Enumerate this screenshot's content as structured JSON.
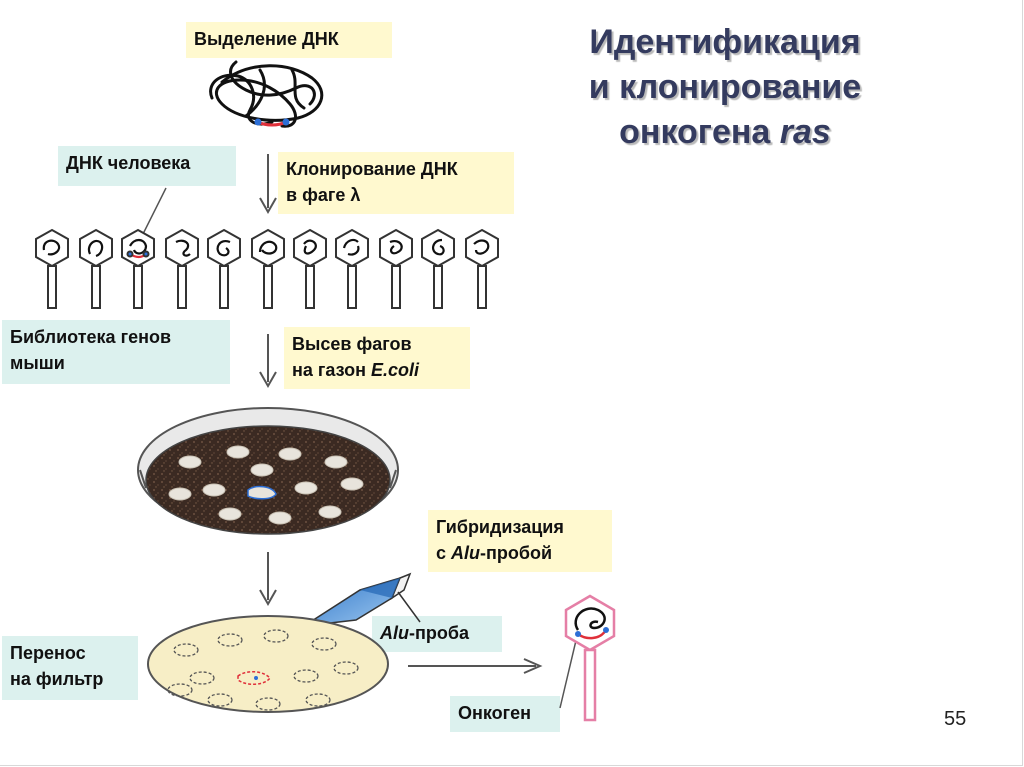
{
  "title": {
    "line1": "Идентификация",
    "line2": "и клонирование",
    "line3_prefix": "онкогена ",
    "line3_italic": "ras"
  },
  "labels": {
    "dna_isolation": "Выделение ДНК",
    "human_dna": "ДНК человека",
    "cloning_l1": "Клонирование ДНК",
    "cloning_l2": "в фаге λ",
    "library_l1": "Библиотека генов",
    "library_l2": "мыши",
    "plating_l1": "Высев фагов",
    "plating_l2_prefix": "на газон ",
    "plating_l2_italic": "E.coli",
    "hybrid_l1": "Гибридизация",
    "hybrid_l2_prefix": "с ",
    "hybrid_l2_italic": "Alu",
    "hybrid_l2_suffix": "-пробой",
    "probe_italic": "Alu",
    "probe_suffix": "-проба",
    "transfer_l1": "Перенос",
    "transfer_l2": "на фильтр",
    "oncogene": "Онкоген"
  },
  "page_number": "55",
  "colors": {
    "title": "#343b5f",
    "yellow_box": "#fff9cf",
    "cyan_box": "#dcf1ee",
    "highlight_red": "#e0303a",
    "highlight_blue": "#2d6fd6",
    "phage_pink": "#e57fa6",
    "filter": "#f7eec6",
    "lawn": "#3b2a22"
  }
}
